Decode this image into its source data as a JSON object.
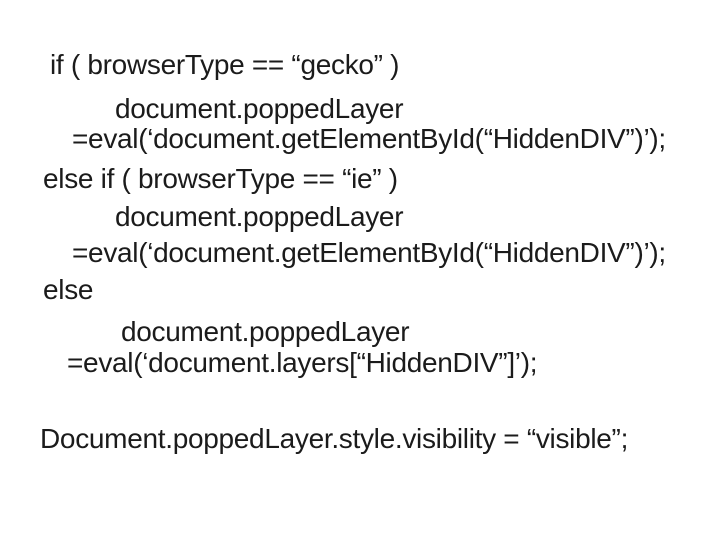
{
  "slide": {
    "background_color": "#ffffff",
    "text_color": "#1b1b1b",
    "code_block": {
      "lines": [
        "if ( browserType == “gecko” )",
        "document.poppedLayer",
        "=eval(‘document.getElementById(“HiddenDIV”)’);",
        "else if ( browserType == “ie” )",
        "document.poppedLayer",
        "=eval(‘document.getElementById(“HiddenDIV”)’);",
        "else",
        "document.poppedLayer",
        "=eval(‘document.layers[“HiddenDIV”]’);",
        "Document.poppedLayer.style.visibility = “visible”;"
      ]
    }
  }
}
